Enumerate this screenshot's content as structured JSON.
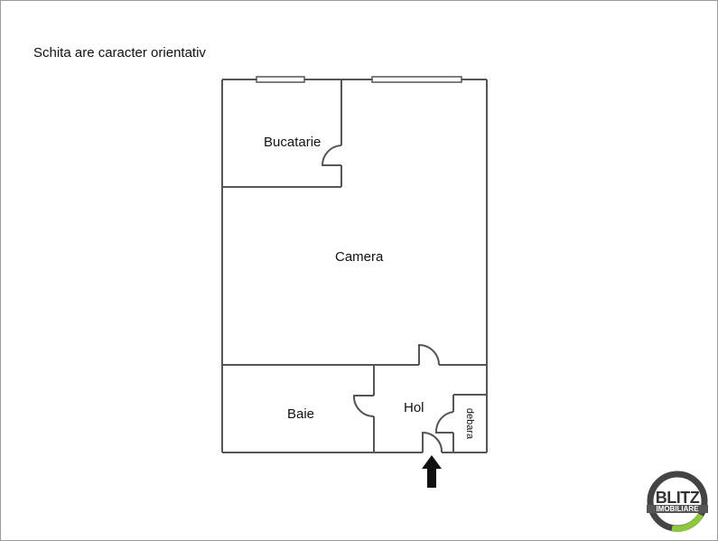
{
  "note": "Schita are caracter orientativ",
  "rooms": {
    "kitchen": "Bucatarie",
    "room": "Camera",
    "bathroom": "Baie",
    "hall": "Hol",
    "storage": "debara"
  },
  "logo": {
    "line1": "BLITZ",
    "line2": "IMOBILIARE",
    "accent": "#8dc63f",
    "ring": "#444444"
  },
  "colors": {
    "wall": "#555555",
    "arrow": "#111111"
  }
}
